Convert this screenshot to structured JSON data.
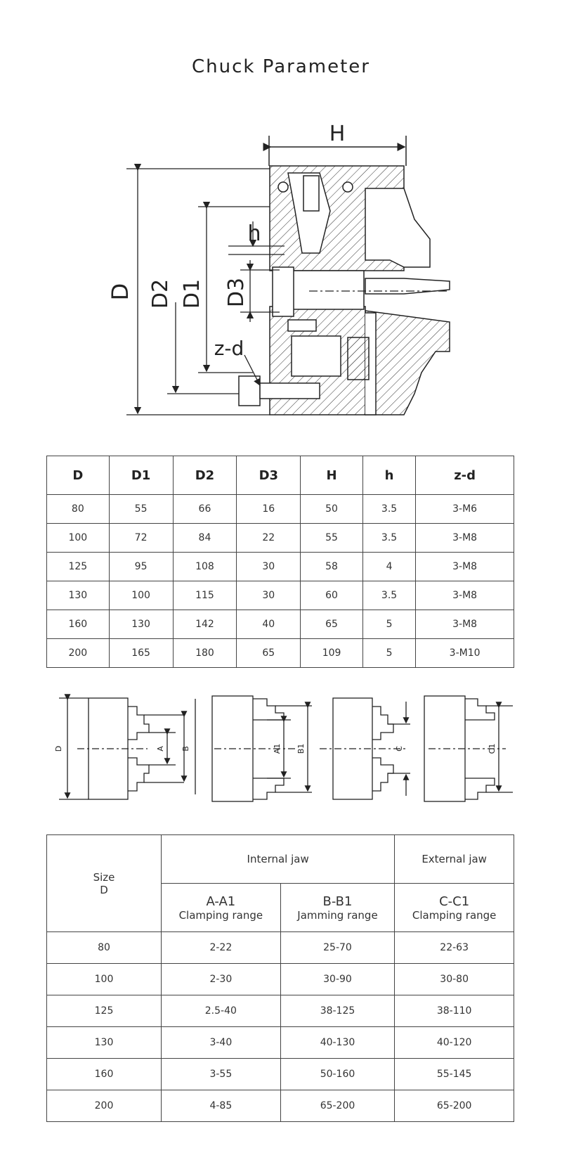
{
  "title": "Chuck Parameter",
  "drawing1_labels": {
    "H": "H",
    "h": "h",
    "D": "D",
    "D2": "D2",
    "D1": "D1",
    "D3": "D3",
    "z_d": "z-d"
  },
  "drawing2_labels": {
    "D": "D",
    "A": "A",
    "B": "B",
    "A1": "A1",
    "B1": "B1",
    "C": "C",
    "C1": "C1"
  },
  "param_table": {
    "headers": [
      "D",
      "D1",
      "D2",
      "D3",
      "H",
      "h",
      "z-d"
    ],
    "rows": [
      [
        "80",
        "55",
        "66",
        "16",
        "50",
        "3.5",
        "3-M6"
      ],
      [
        "100",
        "72",
        "84",
        "22",
        "55",
        "3.5",
        "3-M8"
      ],
      [
        "125",
        "95",
        "108",
        "30",
        "58",
        "4",
        "3-M8"
      ],
      [
        "130",
        "100",
        "115",
        "30",
        "60",
        "3.5",
        "3-M8"
      ],
      [
        "160",
        "130",
        "142",
        "40",
        "65",
        "5",
        "3-M8"
      ],
      [
        "200",
        "165",
        "180",
        "65",
        "109",
        "5",
        "3-M10"
      ]
    ]
  },
  "range_table": {
    "size_label": "Size",
    "size_sub": "D",
    "internal_jaw": "Internal jaw",
    "external_jaw": "External jaw",
    "col1_title": "A-A1",
    "col1_sub": "Clamping range",
    "col2_title": "B-B1",
    "col2_sub": "Jamming range",
    "col3_title": "C-C1",
    "col3_sub": "Clamping range",
    "rows": [
      [
        "80",
        "2-22",
        "25-70",
        "22-63"
      ],
      [
        "100",
        "2-30",
        "30-90",
        "30-80"
      ],
      [
        "125",
        "2.5-40",
        "38-125",
        "38-110"
      ],
      [
        "130",
        "3-40",
        "40-130",
        "40-120"
      ],
      [
        "160",
        "3-55",
        "50-160",
        "55-145"
      ],
      [
        "200",
        "4-85",
        "65-200",
        "65-200"
      ]
    ]
  }
}
